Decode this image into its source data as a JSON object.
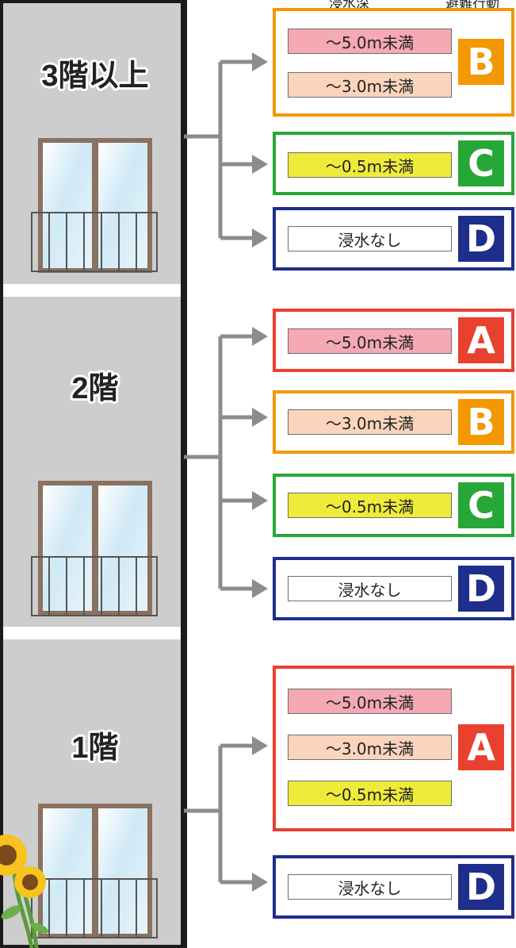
{
  "header": {
    "depth_label": "浸水深",
    "action_label": "避難行動"
  },
  "colors": {
    "A": "#e8412f",
    "B": "#f39800",
    "C": "#27a737",
    "D": "#1d2e8b",
    "pill_50": "#f4a9b3",
    "pill_30": "#fbd4bd",
    "pill_05": "#eeeb3b",
    "pill_none": "#ffffff"
  },
  "floors": [
    {
      "label": "3階以上",
      "groups": [
        {
          "action": "B",
          "depths": [
            "～5.0m未満",
            "～3.0m未満"
          ]
        },
        {
          "action": "C",
          "depths": [
            "～0.5m未満"
          ]
        },
        {
          "action": "D",
          "depths": [
            "浸水なし"
          ]
        }
      ]
    },
    {
      "label": "2階",
      "groups": [
        {
          "action": "A",
          "depths": [
            "～5.0m未満"
          ]
        },
        {
          "action": "B",
          "depths": [
            "～3.0m未満"
          ]
        },
        {
          "action": "C",
          "depths": [
            "～0.5m未満"
          ]
        },
        {
          "action": "D",
          "depths": [
            "浸水なし"
          ]
        }
      ]
    },
    {
      "label": "1階",
      "groups": [
        {
          "action": "A",
          "depths": [
            "～5.0m未満",
            "～3.0m未満",
            "～0.5m未満"
          ]
        },
        {
          "action": "D",
          "depths": [
            "浸水なし"
          ]
        }
      ]
    }
  ]
}
